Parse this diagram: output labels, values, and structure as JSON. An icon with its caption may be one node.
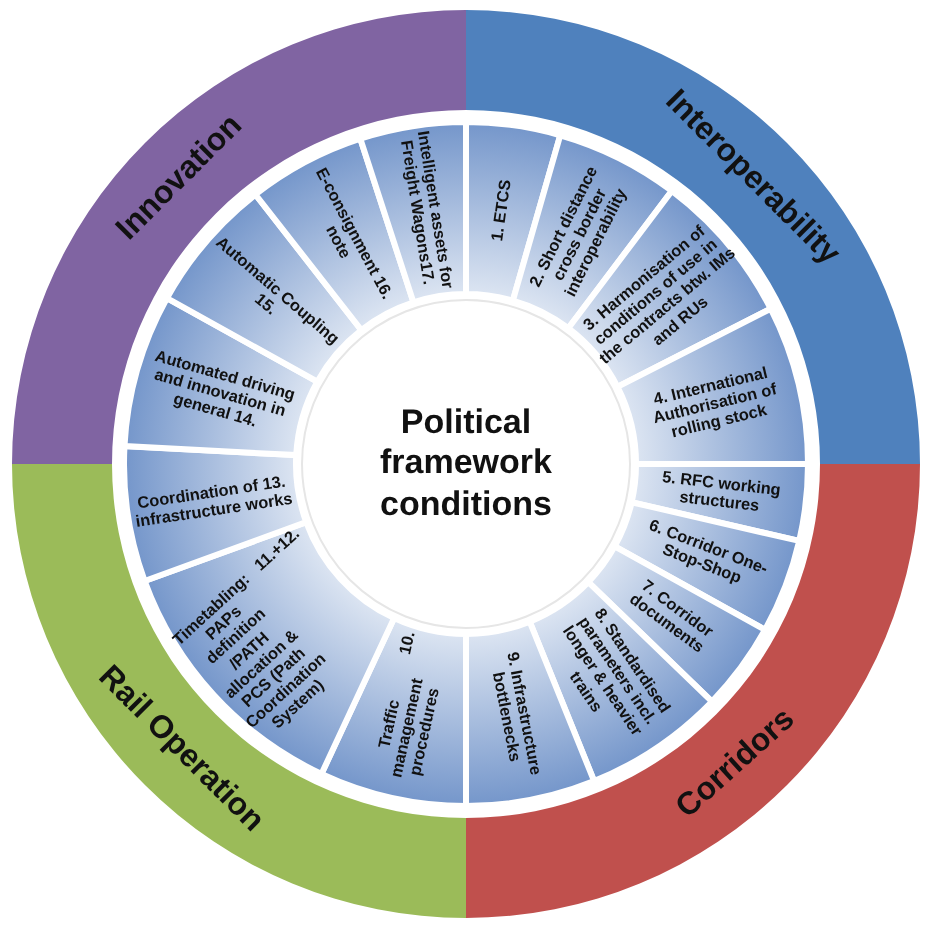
{
  "diagram": {
    "nodes": [
      {
        "text": [
          "Political framework conditions"
        ]
      },
      {
        "text": [
          "Innovation"
        ]
      },
      {
        "text": [
          "Interoperability"
        ]
      },
      {
        "text": [
          "Rail Operation"
        ]
      },
      {
        "text": [
          "Corridors"
        ]
      },
      {
        "text": [
          "1. ETCS"
        ]
      },
      {
        "text": [
          "2. Short distance cross border interoperability"
        ]
      },
      {
        "text": [
          "3. Harmonisation of conditions of use in the contracts btw. IMs and RUs"
        ]
      },
      {
        "text": [
          "4. International Authorisation of rolling stock"
        ]
      },
      {
        "text": [
          "5. RFC working structures"
        ]
      },
      {
        "text": [
          "6. Corridor One-Stop-Shop"
        ]
      },
      {
        "text": [
          "7. Corridor documents"
        ]
      },
      {
        "text": [
          "8. Standardised parameters incl. longer & heavier trains"
        ]
      },
      {
        "text": [
          "9. Infrastructure bottlenecks"
        ]
      },
      {
        "text": [
          "Traffic management procedures",
          "10."
        ]
      },
      {
        "text": [
          "Timetabling: PAPs definition /PATH allocation & PCS (Path Coordination System)",
          "11.+12."
        ]
      },
      {
        "text": [
          "Coordination of 13. infrastructure works"
        ]
      },
      {
        "text": [
          "Automated driving and innovation in general 14."
        ]
      },
      {
        "text": [
          "Automatic Coupling 15."
        ]
      },
      {
        "text": [
          "E-consignment 16. note"
        ]
      },
      {
        "text": [
          "Intelligent assets for Freight Wagons17."
        ]
      }
    ]
  }
}
